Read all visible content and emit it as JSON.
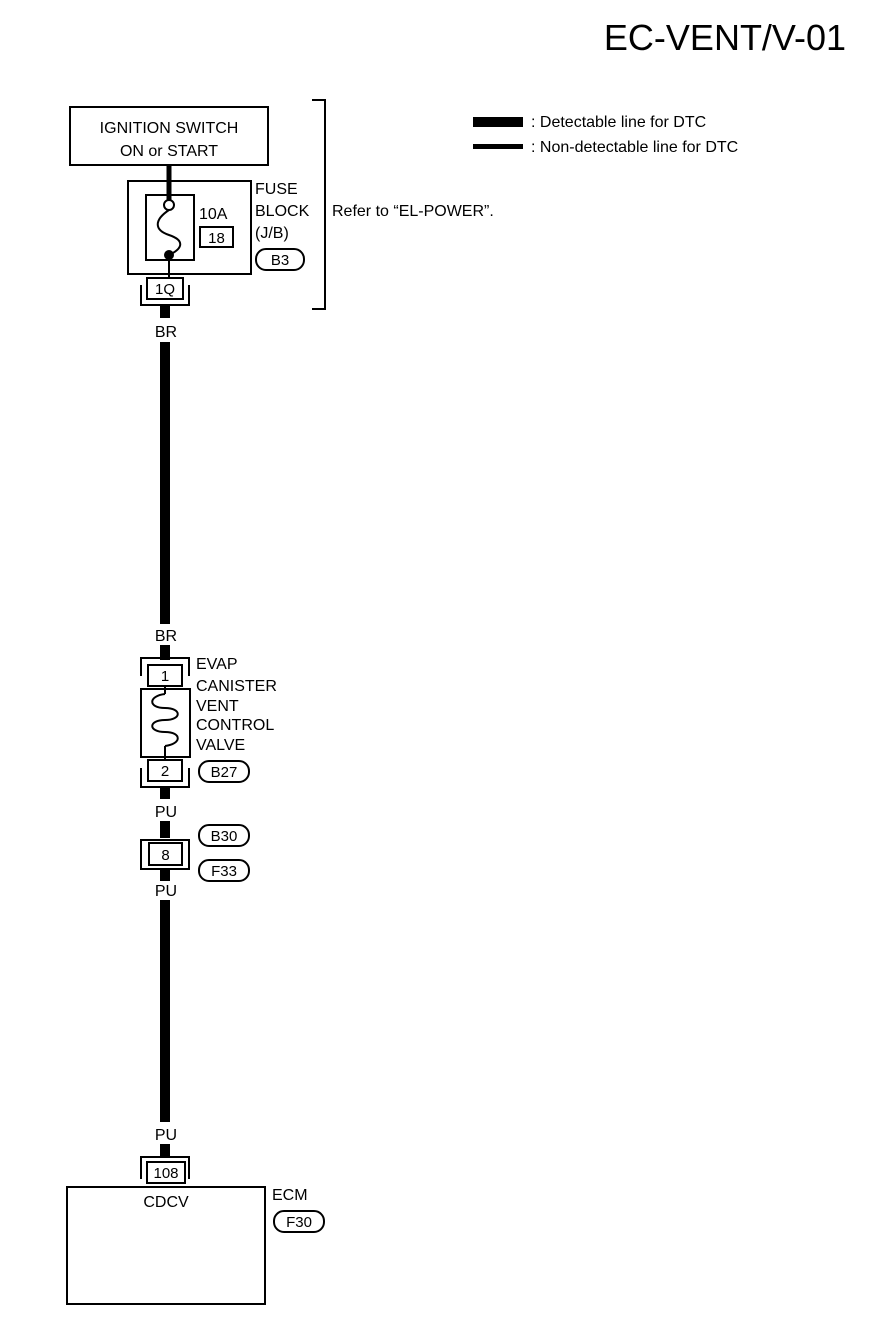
{
  "page_title": "EC-VENT/V-01",
  "legend": {
    "detectable": ": Detectable line for DTC",
    "non_detectable": ": Non-detectable line for DTC"
  },
  "ignition": {
    "line1": "IGNITION SWITCH",
    "line2": "ON or START"
  },
  "fuse_block": {
    "rating": "10A",
    "number": "18",
    "label1": "FUSE",
    "label2": "BLOCK",
    "label3": "(J/B)",
    "connector": "B3",
    "terminal": "1Q"
  },
  "refer_note": "Refer to “EL-POWER”.",
  "wires": {
    "br_top": "BR",
    "br_bottom": "BR",
    "pu_1": "PU",
    "pu_2": "PU",
    "pu_3": "PU"
  },
  "evap_valve": {
    "label1": "EVAP",
    "label2": "CANISTER",
    "label3": "VENT",
    "label4": "CONTROL",
    "label5": "VALVE",
    "pin_top": "1",
    "pin_bottom": "2",
    "connector": "B27"
  },
  "junction": {
    "pin": "8",
    "connector_top": "B30",
    "connector_bottom": "F33"
  },
  "ecm": {
    "pin": "108",
    "signal": "CDCV",
    "label": "ECM",
    "connector": "F30"
  }
}
